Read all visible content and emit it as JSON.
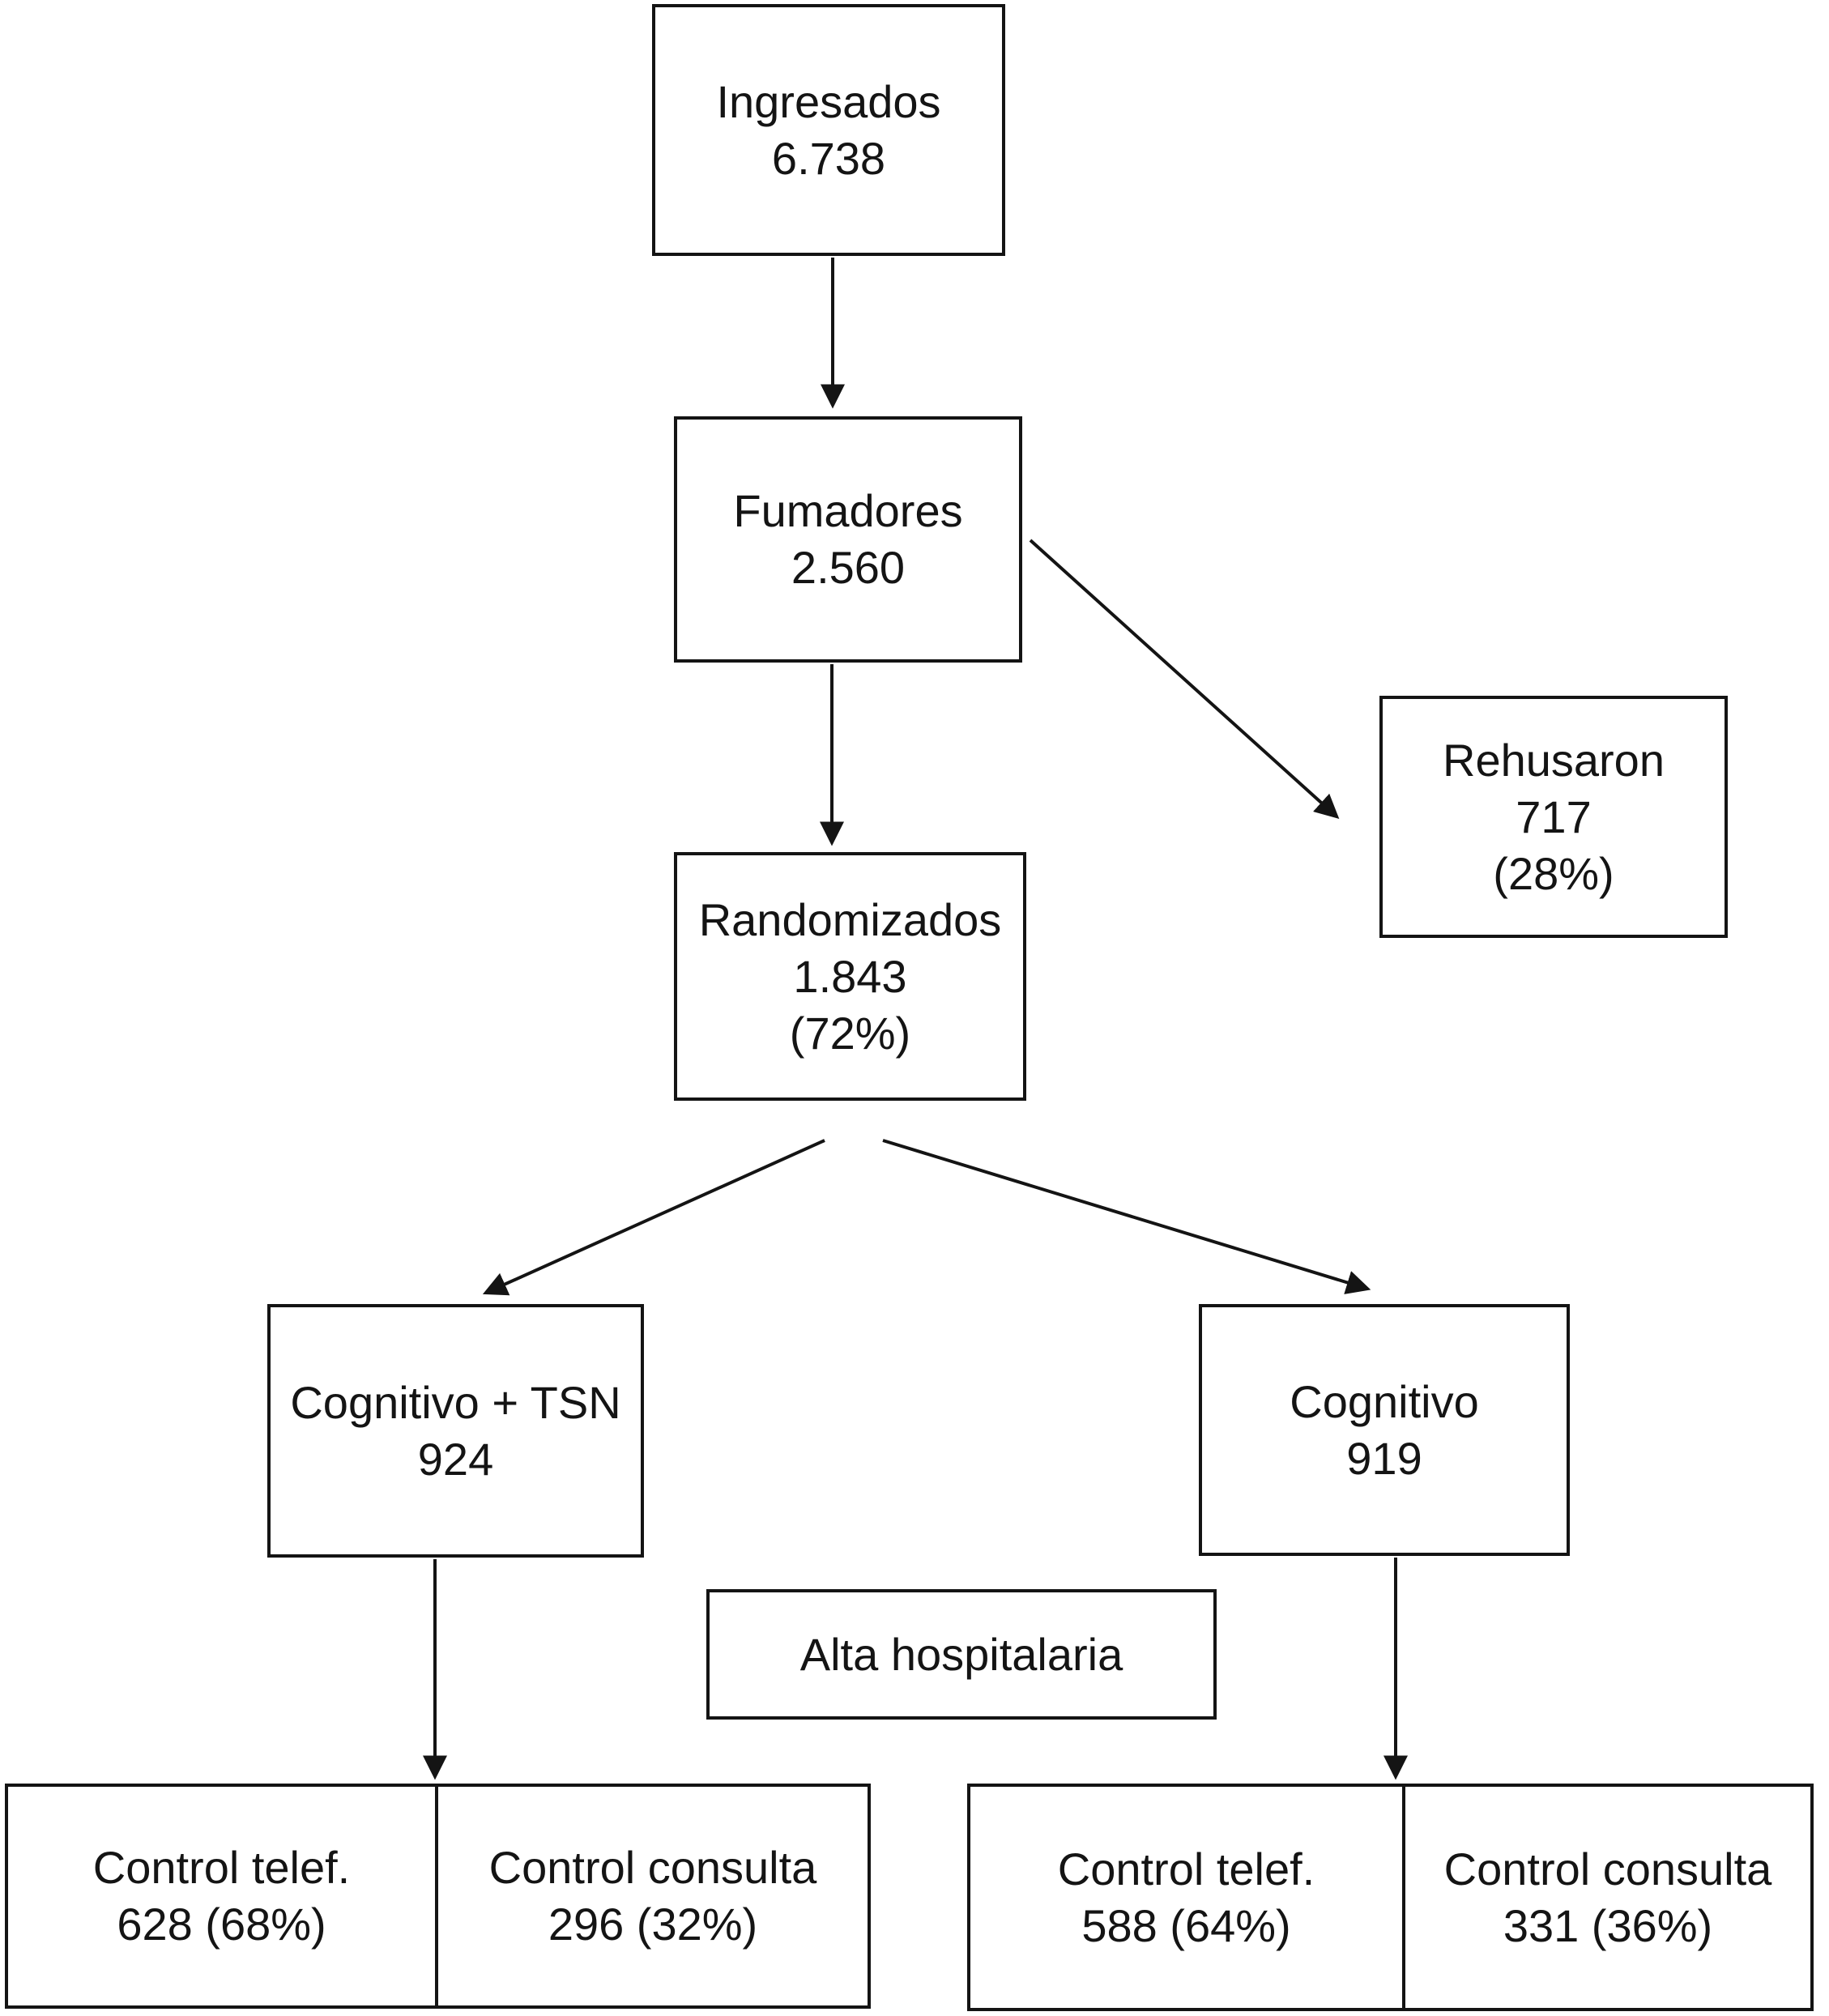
{
  "diagram": {
    "type": "flowchart",
    "language": "es",
    "colors": {
      "line": "#141414",
      "text": "#141414",
      "background": "#ffffff"
    },
    "nodes": {
      "ingresados": {
        "label": "Ingresados",
        "value": "6.738"
      },
      "fumadores": {
        "label": "Fumadores",
        "value": "2.560"
      },
      "rehusaron": {
        "label": "Rehusaron",
        "value": "717",
        "percent": "(28%)"
      },
      "randomizados": {
        "label": "Randomizados",
        "value": "1.843",
        "percent": "(72%)"
      },
      "cognitivo_tsn": {
        "label": "Cognitivo + TSN",
        "value": "924"
      },
      "cognitivo": {
        "label": "Cognitivo",
        "value": "919"
      },
      "alta_hospitalaria": {
        "label": "Alta hospitalaria"
      },
      "tsn_control_telef": {
        "label": "Control telef.",
        "value": "628 (68%)"
      },
      "tsn_control_consulta": {
        "label": "Control consulta",
        "value": "296 (32%)"
      },
      "cog_control_telef": {
        "label": "Control telef.",
        "value": "588 (64%)"
      },
      "cog_control_consulta": {
        "label": "Control consulta",
        "value": "331 (36%)"
      }
    }
  }
}
